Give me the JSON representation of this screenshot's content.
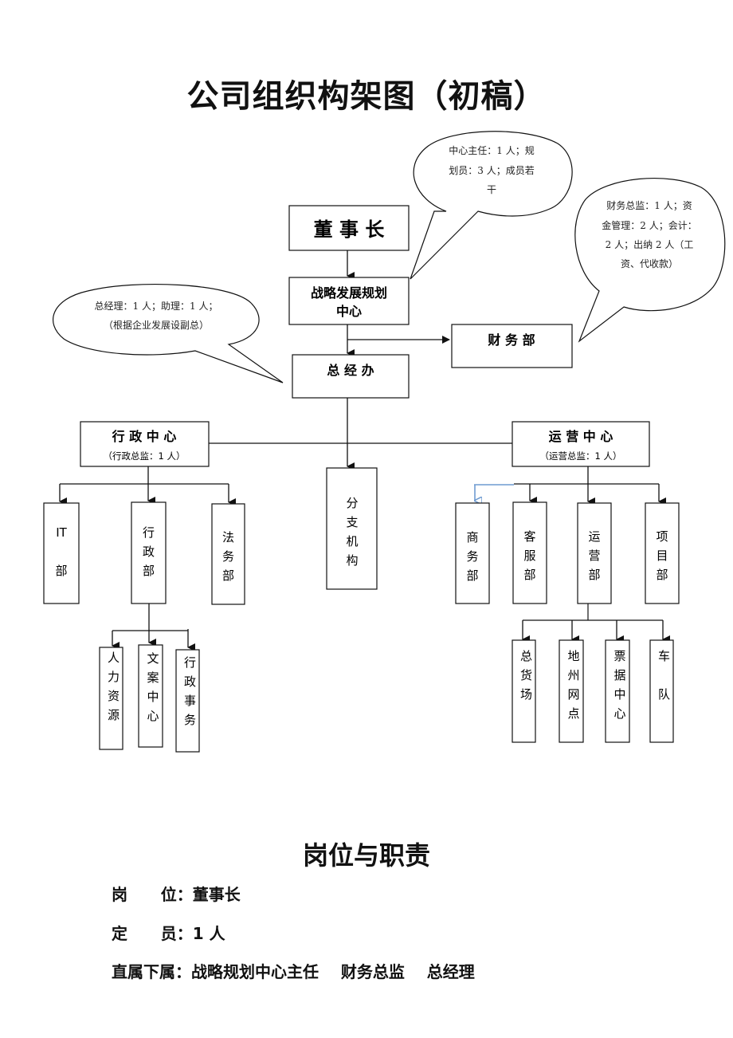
{
  "title": "公司组织构架图（初稿）",
  "colors": {
    "line": "#111111",
    "accent_arrow": "#6f9bd1"
  },
  "org": {
    "chairman": "董 事 长",
    "strategy_center": [
      "战略发展规划",
      "中心"
    ],
    "finance": "财 务 部",
    "gm_office": "总 经 办",
    "admin_center": {
      "name": "行 政 中 心",
      "note": "（行政总监：1 人）"
    },
    "ops_center": {
      "name": "运 营 中 心",
      "note": "（运营总监：1 人）"
    },
    "branch": [
      "分",
      "支",
      "机",
      "构"
    ],
    "admin_departments": [
      {
        "id": "it",
        "chars": [
          "IT",
          "部"
        ]
      },
      {
        "id": "admin",
        "chars": [
          "行",
          "政",
          "部"
        ]
      },
      {
        "id": "legal",
        "chars": [
          "法",
          "务",
          "部"
        ]
      }
    ],
    "admin_sub": [
      {
        "id": "hr",
        "chars": [
          "人",
          "力",
          "资",
          "源"
        ]
      },
      {
        "id": "copy",
        "chars": [
          "文",
          "案",
          "中",
          "心"
        ]
      },
      {
        "id": "affairs",
        "chars": [
          "行",
          "政",
          "事",
          "务"
        ]
      }
    ],
    "ops_departments": [
      {
        "id": "business",
        "chars": [
          "商",
          "务",
          "部"
        ]
      },
      {
        "id": "service",
        "chars": [
          "客",
          "服",
          "部"
        ]
      },
      {
        "id": "operation",
        "chars": [
          "运",
          "营",
          "部"
        ]
      },
      {
        "id": "project",
        "chars": [
          "项",
          "目",
          "部"
        ]
      }
    ],
    "ops_sub": [
      {
        "id": "freight",
        "chars": [
          "总",
          "货",
          "场"
        ]
      },
      {
        "id": "local",
        "chars": [
          "地",
          "州",
          "网",
          "点"
        ]
      },
      {
        "id": "ticket",
        "chars": [
          "票",
          "据",
          "中",
          "心"
        ]
      },
      {
        "id": "fleet",
        "chars": [
          "车",
          "",
          "队"
        ]
      }
    ]
  },
  "bubbles": {
    "strategy": [
      "中心主任：1 人；规",
      "划员：3 人；成员若",
      "干"
    ],
    "finance": [
      "财务总监：1 人；资",
      "金管理：2 人；会计：",
      "2 人；出纳 2 人（工",
      "资、代收款）"
    ],
    "gm": [
      "总经理：1  人；助理：1 人；",
      "（根据企业发展设副总）"
    ]
  },
  "section_title": "岗位与职责",
  "duties": [
    {
      "label": "岗      位：",
      "value": "董事长"
    },
    {
      "label": "定      员：",
      "value": "1 人"
    },
    {
      "label": "直属下属：",
      "value": "战略规划中心主任    财务总监    总经理"
    }
  ]
}
